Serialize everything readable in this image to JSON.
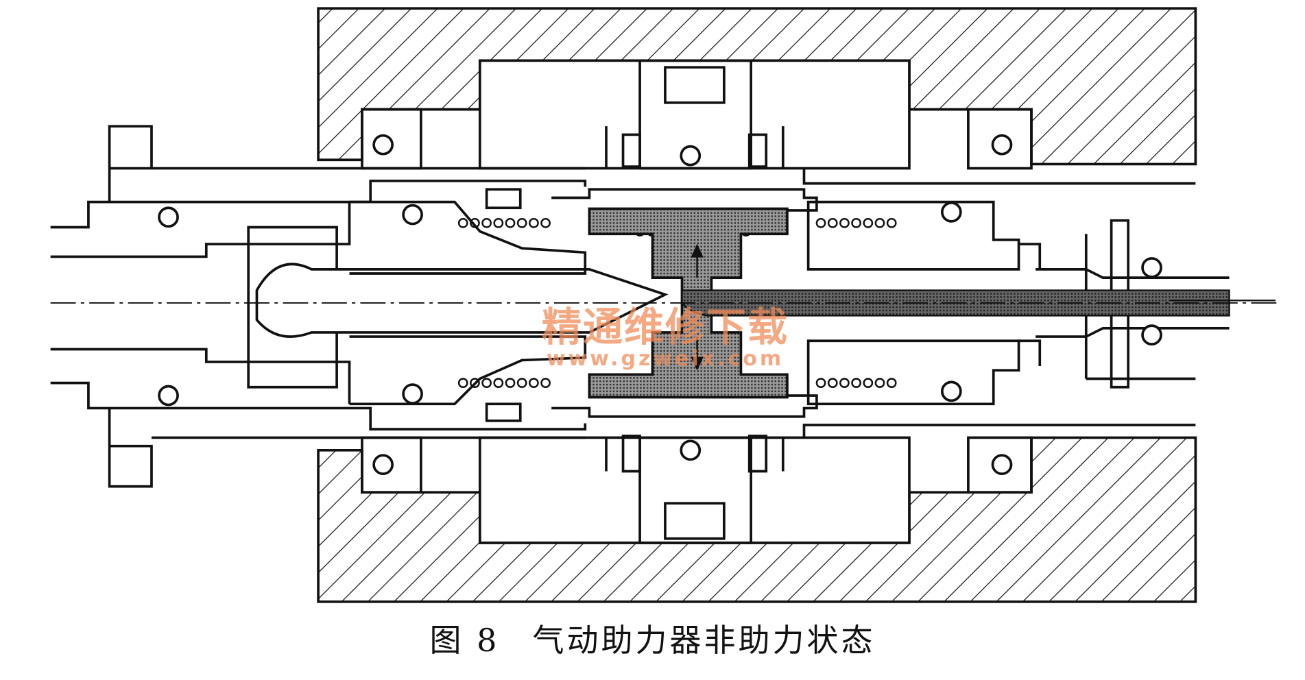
{
  "figure": {
    "caption_number": "图 8",
    "caption_title": "气动助力器非助力状态"
  },
  "watermark": {
    "name": "精通维修下载",
    "url": "www.gzweix.com"
  },
  "colors": {
    "line": "#111111",
    "piston_fill": "#8a8a8a",
    "rod_fill": "#555555",
    "watermark": "#f08c5a"
  }
}
